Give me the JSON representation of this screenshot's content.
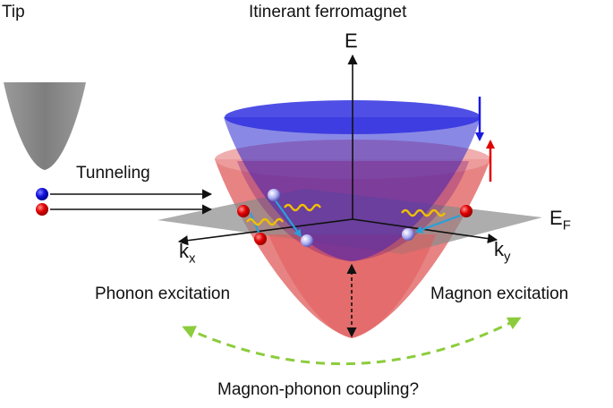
{
  "labels": {
    "tip": "Tip",
    "itinerant": "Itinerant ferromagnet",
    "energy_axis": "E",
    "tunneling": "Tunneling",
    "kx_main": "k",
    "kx_sub": "x",
    "ky_main": "k",
    "ky_sub": "y",
    "fermi_main": "E",
    "fermi_sub": "F",
    "phonon": "Phonon excitation",
    "magnon": "Magnon excitation",
    "coupling": "Magnon-phonon coupling?"
  },
  "colors": {
    "spin_up_band": "#e05a5a",
    "spin_down_band": "#3a3ad8",
    "overlap_band": "#7a2a8a",
    "fermi_plane": "#8a8a8a",
    "tip": "#8c8c8c",
    "electron_up": "#e00000",
    "electron_down": "#1010e0",
    "wavy_phonon": "#f0c000",
    "transition_arrow": "#2aa0d8",
    "coupling_arrow": "#8ccc3c",
    "spin_down_arrow": "#1a1ae0",
    "spin_up_arrow": "#e00000"
  }
}
